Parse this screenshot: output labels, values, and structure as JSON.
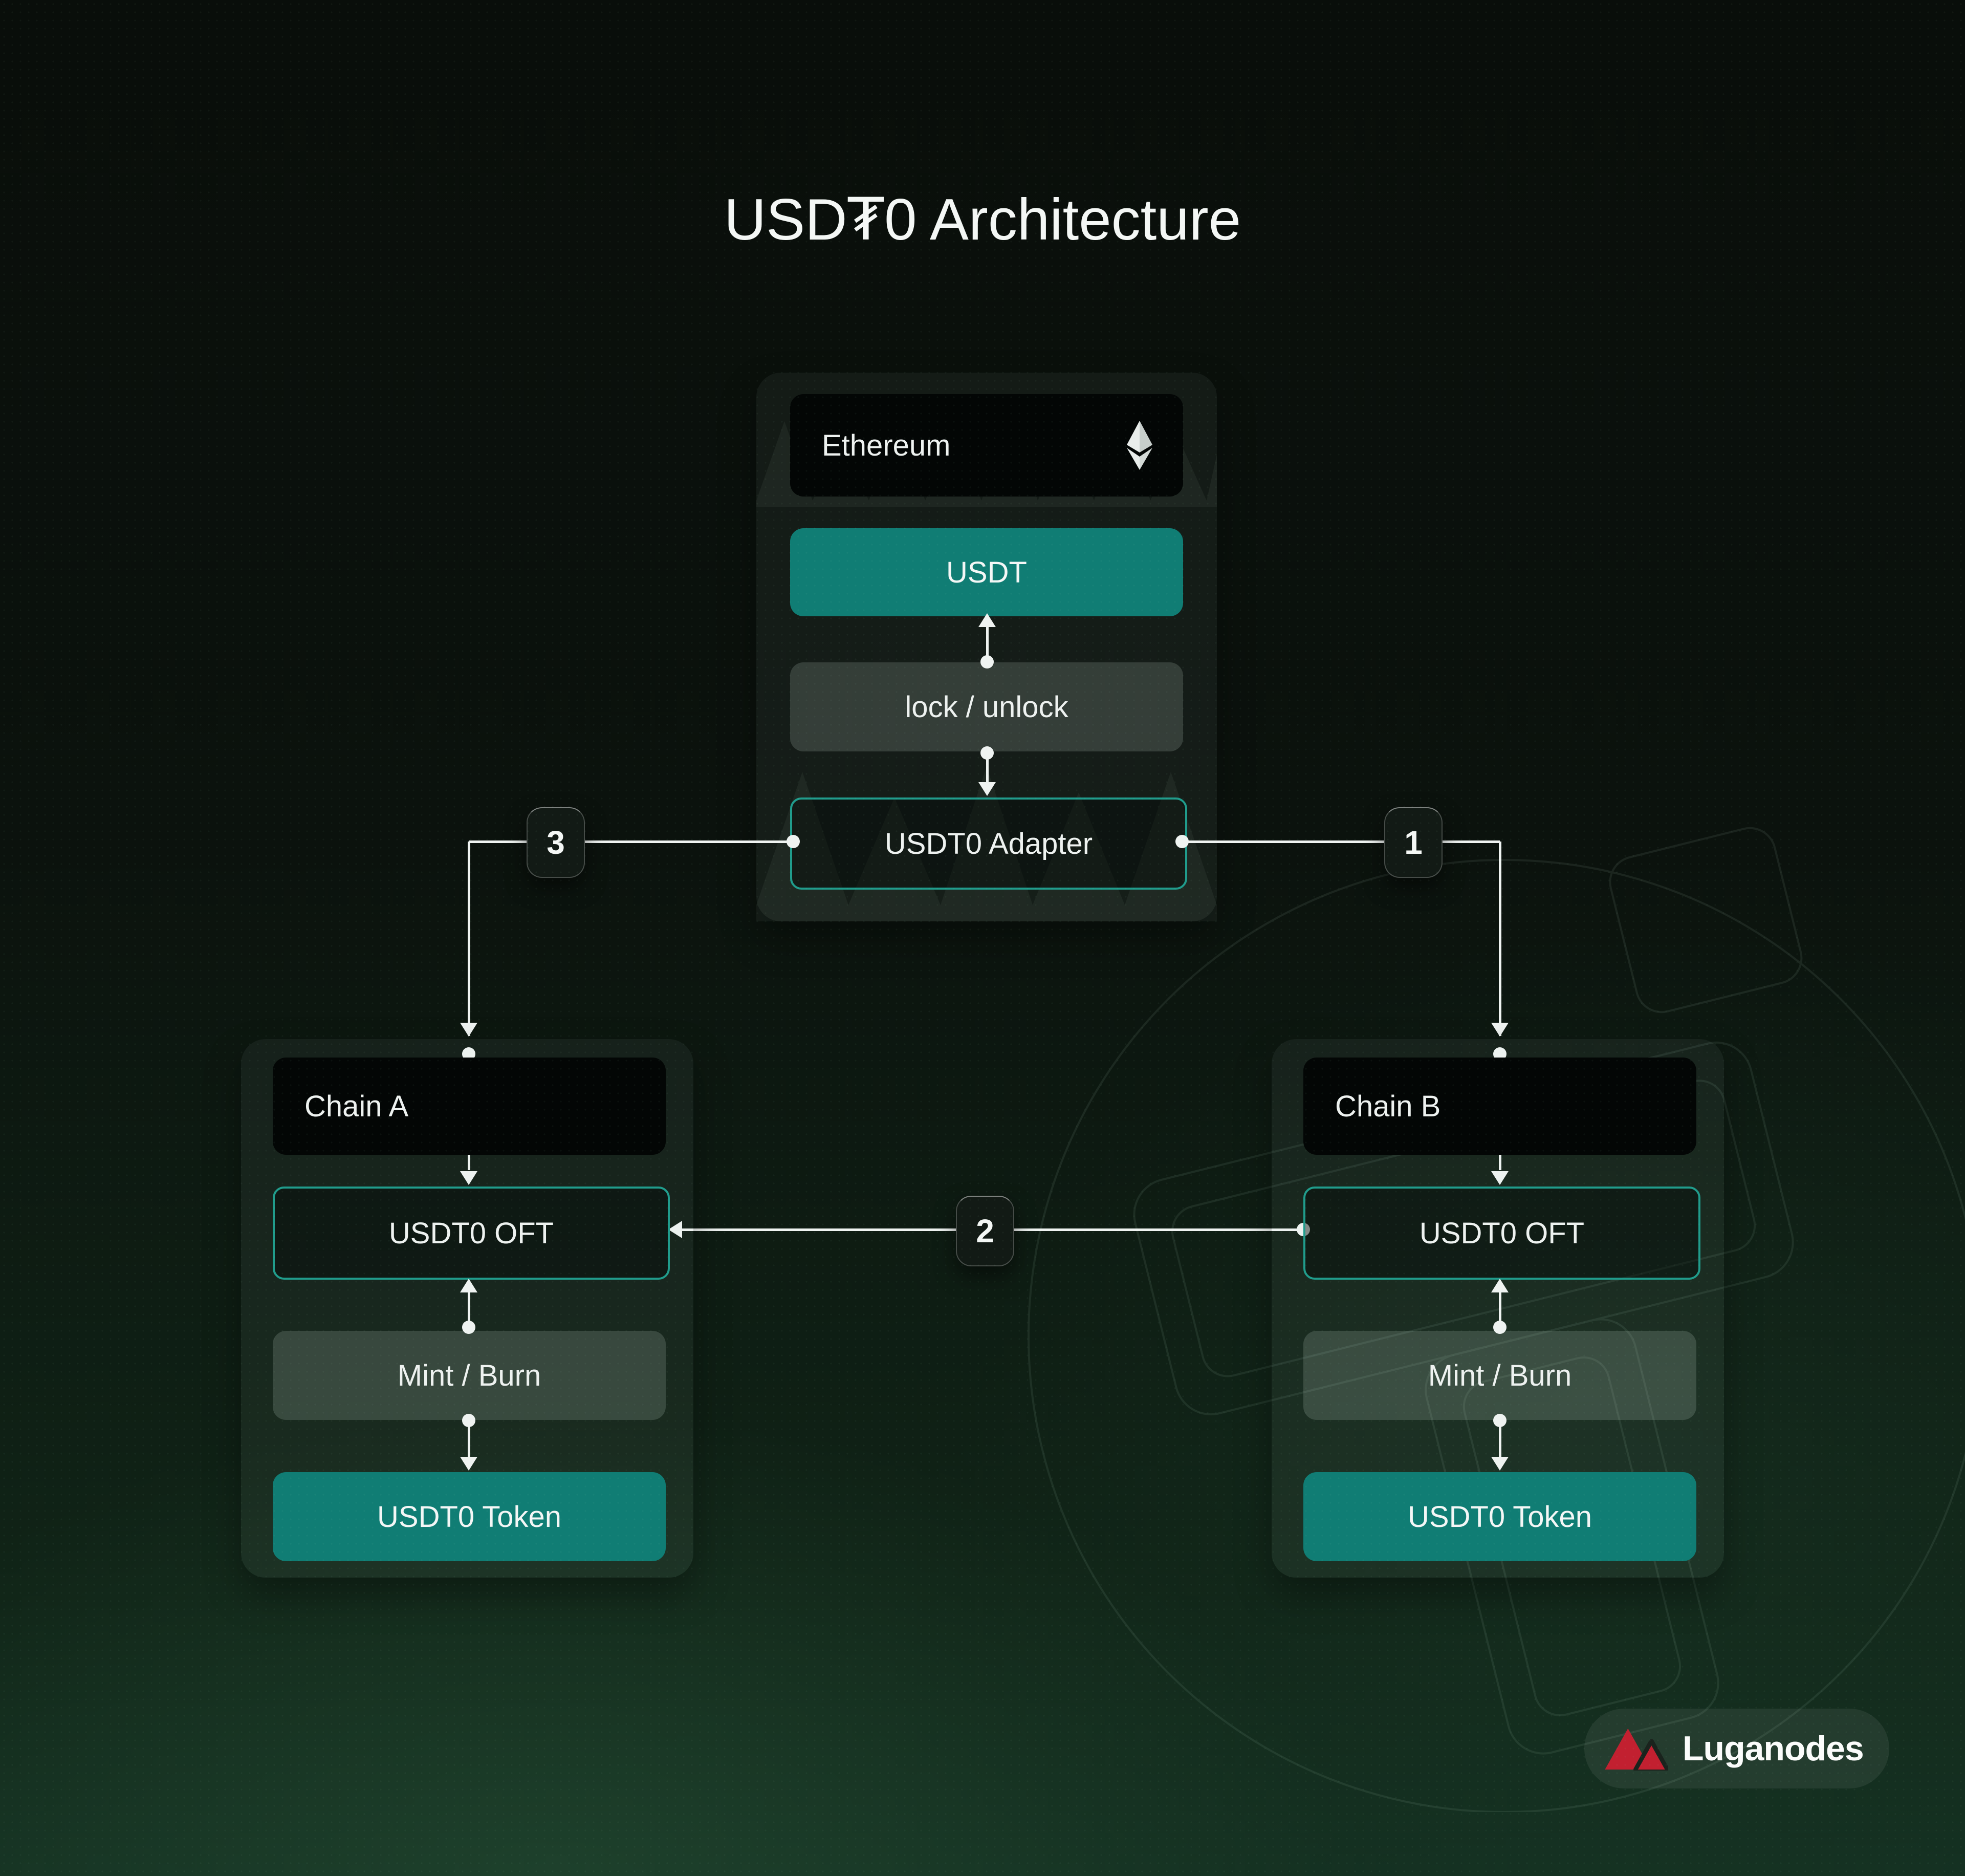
{
  "title": {
    "pre": "USD",
    "tether_symbol": "₮",
    "post": "0 Architecture"
  },
  "ethereum": {
    "network": "Ethereum",
    "network_icon": "ethereum-icon",
    "token": "USDT",
    "bridge_action": "lock / unlock",
    "adapter": "USDT0 Adapter"
  },
  "chains": [
    {
      "name": "Chain A",
      "oft": "USDT0 OFT",
      "action": "Mint /  Burn",
      "token": "USDT0 Token"
    },
    {
      "name": "Chain B",
      "oft": "USDT0 OFT",
      "action": "Mint /  Burn",
      "token": "USDT0 Token"
    }
  ],
  "flow_steps": [
    {
      "label": "1"
    },
    {
      "label": "2"
    },
    {
      "label": "3"
    }
  ],
  "branding": {
    "name": "Luganodes",
    "logo_icon": "luganodes-mountain-icon"
  },
  "colors": {
    "teal": "#107d74",
    "teal_border": "#209c8c",
    "brand_red": "#c22030",
    "line": "#eff3f1"
  }
}
